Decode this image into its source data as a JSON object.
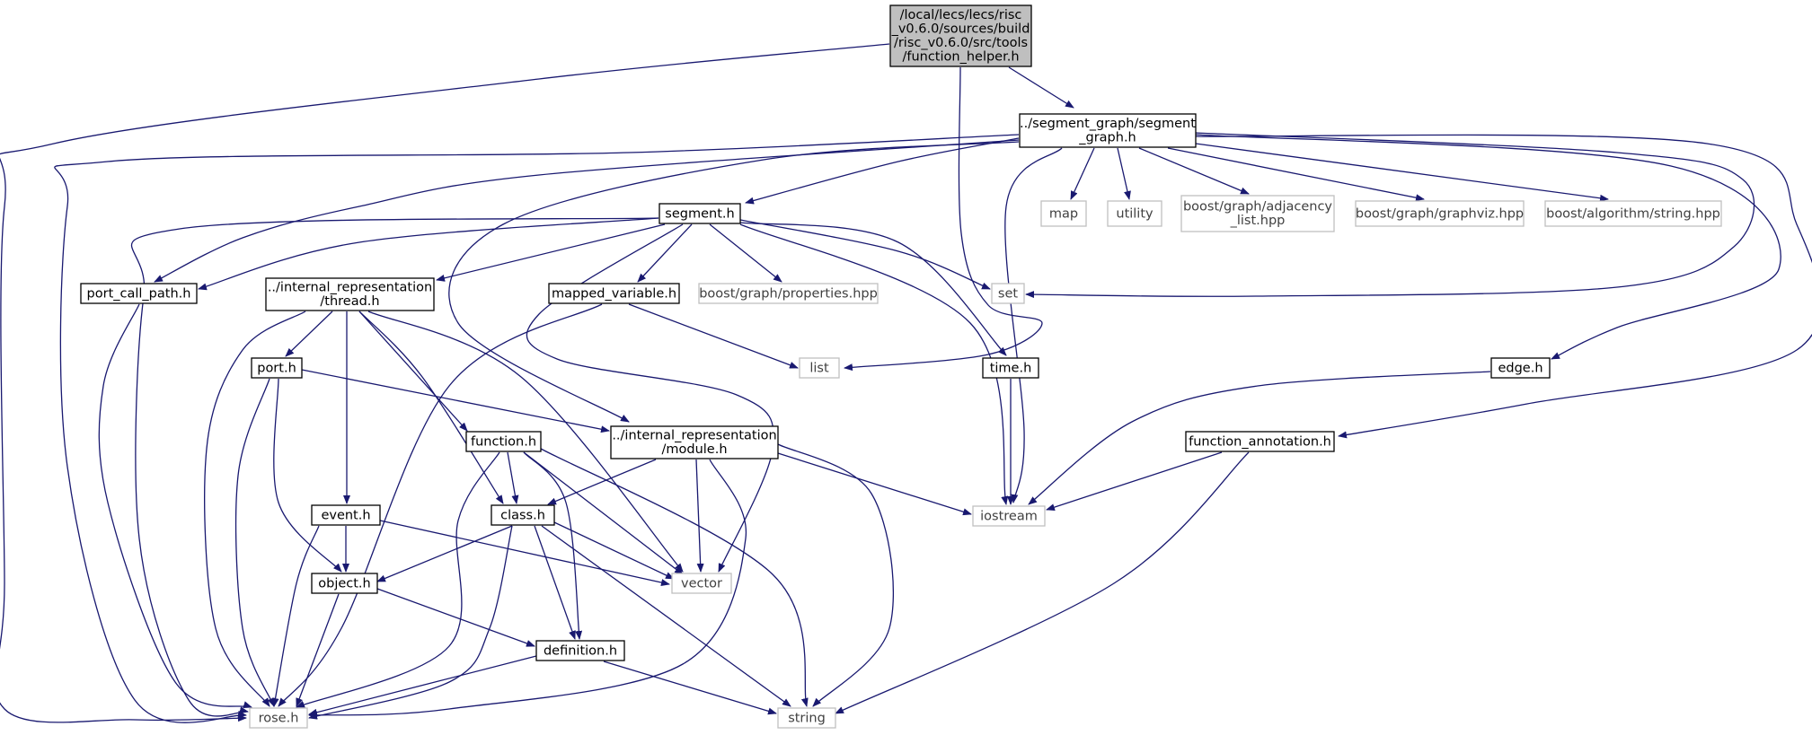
{
  "graph": {
    "edge_color": "#191970",
    "root_fill": "#bfbfbf",
    "nodes": {
      "function_helper": {
        "lines": [
          "/local/lecs/lecs/risc",
          "_v0.6.0/sources/build",
          "/risc_v0.6.0/src/tools",
          "/function_helper.h"
        ],
        "kind": "root"
      },
      "segment_graph": {
        "lines": [
          "../segment_graph/segment",
          "_graph.h"
        ],
        "kind": "file"
      },
      "rose": {
        "lines": [
          "rose.h"
        ],
        "kind": "external"
      },
      "iostream": {
        "lines": [
          "iostream"
        ],
        "kind": "external"
      },
      "list": {
        "lines": [
          "list"
        ],
        "kind": "external"
      },
      "segment": {
        "lines": [
          "segment.h"
        ],
        "kind": "file"
      },
      "map": {
        "lines": [
          "map"
        ],
        "kind": "external"
      },
      "utility": {
        "lines": [
          "utility"
        ],
        "kind": "external"
      },
      "adjacency": {
        "lines": [
          "boost/graph/adjacency",
          "_list.hpp"
        ],
        "kind": "external"
      },
      "graphviz": {
        "lines": [
          "boost/graph/graphviz.hpp"
        ],
        "kind": "external"
      },
      "algo_string": {
        "lines": [
          "boost/algorithm/string.hpp"
        ],
        "kind": "external"
      },
      "set": {
        "lines": [
          "set"
        ],
        "kind": "external"
      },
      "port_call_path": {
        "lines": [
          "port_call_path.h"
        ],
        "kind": "file"
      },
      "thread": {
        "lines": [
          "../internal_representation",
          "/thread.h"
        ],
        "kind": "file"
      },
      "mapped_variable": {
        "lines": [
          "mapped_variable.h"
        ],
        "kind": "file"
      },
      "properties": {
        "lines": [
          "boost/graph/properties.hpp"
        ],
        "kind": "external"
      },
      "port": {
        "lines": [
          "port.h"
        ],
        "kind": "file"
      },
      "time": {
        "lines": [
          "time.h"
        ],
        "kind": "file"
      },
      "edge": {
        "lines": [
          "edge.h"
        ],
        "kind": "file"
      },
      "function": {
        "lines": [
          "function.h"
        ],
        "kind": "file"
      },
      "module": {
        "lines": [
          "../internal_representation",
          "/module.h"
        ],
        "kind": "file"
      },
      "function_annotation": {
        "lines": [
          "function_annotation.h"
        ],
        "kind": "file"
      },
      "event": {
        "lines": [
          "event.h"
        ],
        "kind": "file"
      },
      "class": {
        "lines": [
          "class.h"
        ],
        "kind": "file"
      },
      "vector": {
        "lines": [
          "vector"
        ],
        "kind": "external"
      },
      "object": {
        "lines": [
          "object.h"
        ],
        "kind": "file"
      },
      "definition": {
        "lines": [
          "definition.h"
        ],
        "kind": "file"
      },
      "string": {
        "lines": [
          "string"
        ],
        "kind": "external"
      }
    },
    "edges": [
      [
        "function_helper",
        "segment_graph"
      ],
      [
        "function_helper",
        "rose"
      ],
      [
        "function_helper",
        "list"
      ],
      [
        "segment_graph",
        "segment"
      ],
      [
        "segment_graph",
        "rose"
      ],
      [
        "segment_graph",
        "iostream"
      ],
      [
        "segment_graph",
        "map"
      ],
      [
        "segment_graph",
        "utility"
      ],
      [
        "segment_graph",
        "adjacency"
      ],
      [
        "segment_graph",
        "graphviz"
      ],
      [
        "segment_graph",
        "algo_string"
      ],
      [
        "segment_graph",
        "set"
      ],
      [
        "segment_graph",
        "port_call_path"
      ],
      [
        "segment_graph",
        "module"
      ],
      [
        "segment_graph",
        "edge"
      ],
      [
        "segment_graph",
        "function_annotation"
      ],
      [
        "segment",
        "rose"
      ],
      [
        "segment",
        "port_call_path"
      ],
      [
        "segment",
        "thread"
      ],
      [
        "segment",
        "mapped_variable"
      ],
      [
        "segment",
        "properties"
      ],
      [
        "segment",
        "set"
      ],
      [
        "segment",
        "time"
      ],
      [
        "segment",
        "iostream"
      ],
      [
        "segment",
        "vector"
      ],
      [
        "port_call_path",
        "rose"
      ],
      [
        "thread",
        "port"
      ],
      [
        "thread",
        "event"
      ],
      [
        "thread",
        "function"
      ],
      [
        "thread",
        "class"
      ],
      [
        "thread",
        "vector"
      ],
      [
        "thread",
        "rose"
      ],
      [
        "mapped_variable",
        "list"
      ],
      [
        "mapped_variable",
        "rose"
      ],
      [
        "port",
        "module"
      ],
      [
        "port",
        "object"
      ],
      [
        "port",
        "rose"
      ],
      [
        "time",
        "iostream"
      ],
      [
        "edge",
        "iostream"
      ],
      [
        "function_annotation",
        "iostream"
      ],
      [
        "function_annotation",
        "string"
      ],
      [
        "module",
        "class"
      ],
      [
        "module",
        "vector"
      ],
      [
        "module",
        "iostream"
      ],
      [
        "module",
        "string"
      ],
      [
        "module",
        "rose"
      ],
      [
        "function",
        "class"
      ],
      [
        "function",
        "definition"
      ],
      [
        "function",
        "vector"
      ],
      [
        "function",
        "string"
      ],
      [
        "function",
        "rose"
      ],
      [
        "event",
        "object"
      ],
      [
        "event",
        "vector"
      ],
      [
        "event",
        "rose"
      ],
      [
        "class",
        "object"
      ],
      [
        "class",
        "definition"
      ],
      [
        "class",
        "vector"
      ],
      [
        "class",
        "string"
      ],
      [
        "class",
        "rose"
      ],
      [
        "object",
        "definition"
      ],
      [
        "object",
        "rose"
      ],
      [
        "definition",
        "rose"
      ],
      [
        "definition",
        "string"
      ]
    ]
  }
}
